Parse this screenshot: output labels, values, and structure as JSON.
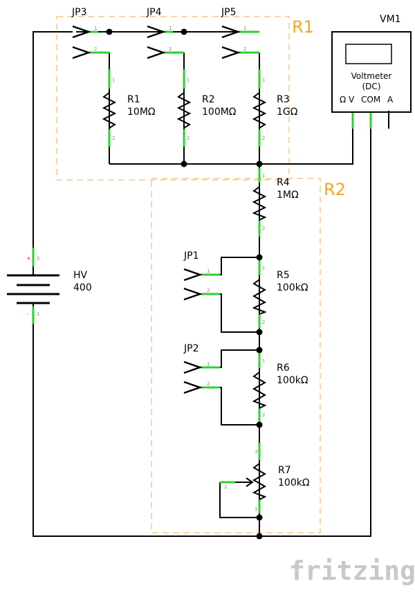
{
  "zones": {
    "r1": "R1",
    "r2": "R2",
    "color": "#f5a623",
    "dash_color": "#f7c889"
  },
  "jumpers": {
    "jp3": "JP3",
    "jp4": "JP4",
    "jp5": "JP5",
    "jp1": "JP1",
    "jp2": "JP2",
    "pin1": "1",
    "pin2": "2"
  },
  "resistors": {
    "r1": {
      "name": "R1",
      "value": "10MΩ"
    },
    "r2": {
      "name": "R2",
      "value": "100MΩ"
    },
    "r3": {
      "name": "R3",
      "value": "1GΩ"
    },
    "r4": {
      "name": "R4",
      "value": "1MΩ"
    },
    "r5": {
      "name": "R5",
      "value": "100kΩ"
    },
    "r6": {
      "name": "R6",
      "value": "100kΩ"
    },
    "r7": {
      "name": "R7",
      "value": "100kΩ"
    },
    "pin1": "1",
    "pin2": "2",
    "pin3": "3"
  },
  "supply": {
    "name": "HV",
    "value": "400",
    "plus": "+",
    "minus": "-",
    "pin2": "2",
    "pin1": "1"
  },
  "voltmeter": {
    "ref": "VM1",
    "title": "Voltmeter",
    "mode": "(DC)",
    "terminals": {
      "ohm_v": "Ω V",
      "com": "COM",
      "a": "A"
    }
  },
  "brand": "fritzing",
  "colors": {
    "wire": "#000000",
    "pin_highlight": "#2bd22b"
  }
}
